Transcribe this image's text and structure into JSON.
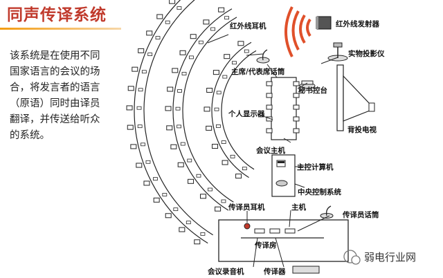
{
  "title": "同声传译系统",
  "description_lines": [
    "该系统是在使用不同",
    "国家语言的会议的场",
    "合，将发言者的语言",
    "（原语）同时由译员",
    "翻译，并传送给听众",
    "的系统。"
  ],
  "labels": {
    "ir_earphone": "红外线耳机",
    "ir_transmitter": "红外线发射器",
    "document_camera": "实物投影仪",
    "chair_delegate_mic": "主席/代表席话筒",
    "secretary_desk": "秘书控台",
    "personal_display": "个人显示器",
    "rear_projection_tv": "背投电视",
    "conference_host": "会议主机",
    "main_control_computer": "主控计算机",
    "central_control_system": "中央控制系统",
    "interpreter_earphone": "传译员耳机",
    "host": "主机",
    "interpreter_mic": "传译员话筒",
    "interpreter_booth": "传译房",
    "conference_recorder": "会议录音机",
    "interpreter_unit": "传译器"
  },
  "watermark": "弱电行业网",
  "colors": {
    "title": "#c0392b",
    "ir_wave": "#e0502a",
    "line": "#222222"
  }
}
